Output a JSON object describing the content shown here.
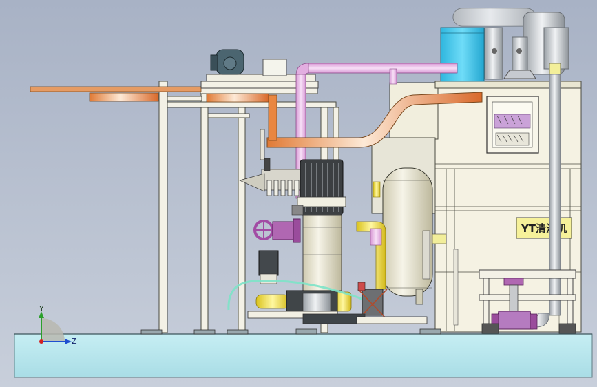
{
  "labels": {
    "machine_name": "YT清洗机"
  },
  "axes": {
    "y": "Y",
    "z": "Z"
  },
  "colors": {
    "background_top": "#aab4c6",
    "background_bottom": "#c6cdd9",
    "floor": "#bfe7ee",
    "frame": "#f3f1e6",
    "pipe_pink": "#e9b6e6",
    "pipe_orange": "#e98640",
    "tank_cyan": "#3cc6ec",
    "yellow": "#f4e03a",
    "valve_purple": "#a24ca4"
  }
}
